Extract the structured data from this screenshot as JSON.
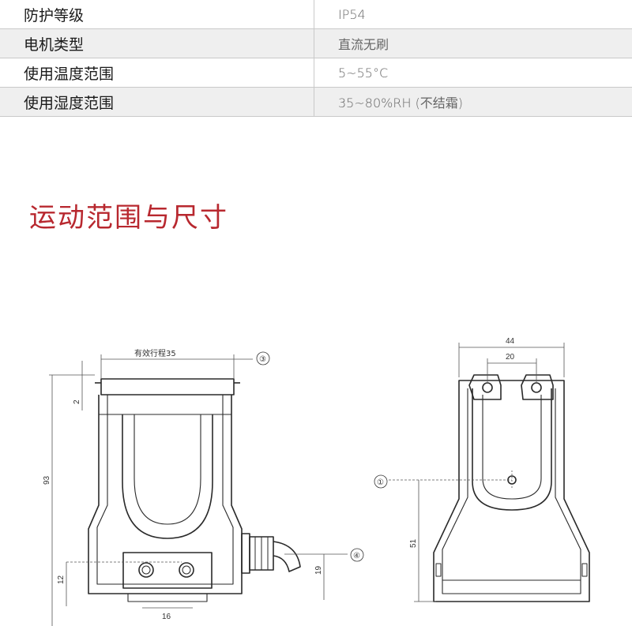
{
  "specs": [
    {
      "label": "防护等级",
      "value": "IP54"
    },
    {
      "label": "电机类型",
      "value": "直流无刷"
    },
    {
      "label": "使用温度范围",
      "value": "5~55°C"
    },
    {
      "label": "使用湿度范围",
      "value": "35~80%RH (不结霜)"
    }
  ],
  "section": {
    "title": "运动范围与尺寸"
  },
  "drawing_front": {
    "stroke_label": "有效行程35",
    "dim_height": "93",
    "dim_top": "2",
    "dim_bottom": "12",
    "dim_hole_spacing": "16",
    "dim_cable": "19",
    "callout_a": "③",
    "callout_b": "④"
  },
  "drawing_side": {
    "dim_width": "44",
    "dim_holes": "20",
    "dim_height": "51",
    "callout": "①"
  }
}
